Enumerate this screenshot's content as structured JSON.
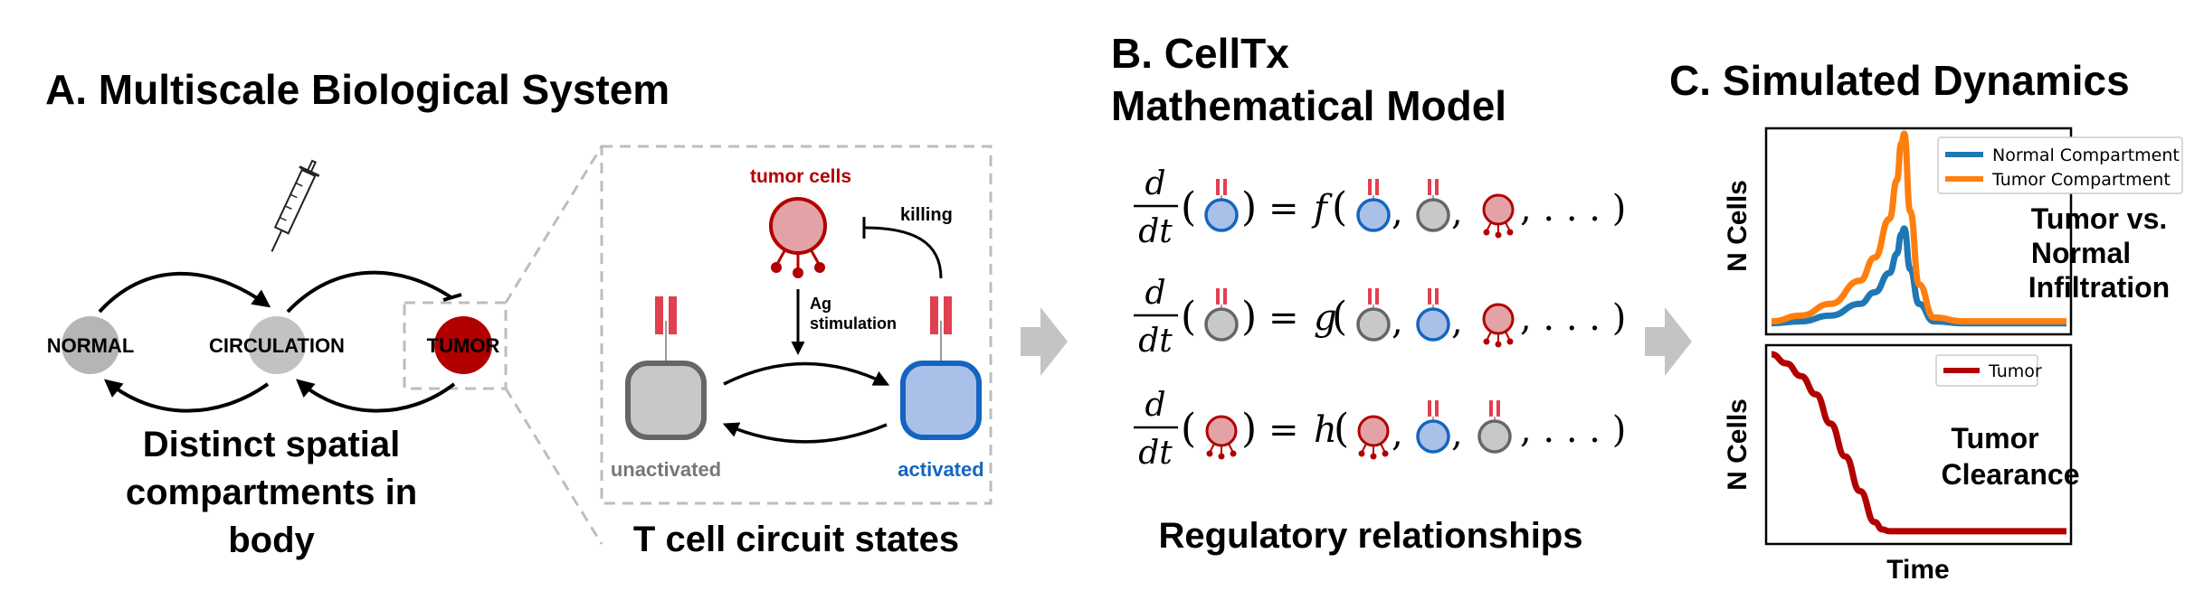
{
  "panel_a": {
    "title": "A. Multiscale Biological System",
    "compartments": {
      "normal": "NORMAL",
      "circulation": "CIRCULATION",
      "tumor": "TUMOR"
    },
    "caption_lines": [
      "Distinct spatial",
      "compartments in",
      "body"
    ],
    "circuit": {
      "tumor_cells": "tumor cells",
      "killing": "killing",
      "stim_line1": "Ag",
      "stim_line2": "stimulation",
      "unactivated": "unactivated",
      "activated": "activated"
    },
    "circuit_caption": "T cell circuit states"
  },
  "panel_b": {
    "title_line1": "B. CellTx",
    "title_line2": "Mathematical Model",
    "equations": [
      {
        "d": "d",
        "dt": "dt",
        "func": "f",
        "open": "(",
        "close": ")",
        "eq": "=",
        "tail": ", . . . )"
      },
      {
        "d": "d",
        "dt": "dt",
        "func": "g",
        "open": "(",
        "close": ")",
        "eq": "=",
        "tail": ", . . . )"
      },
      {
        "d": "d",
        "dt": "dt",
        "func": "h",
        "open": "(",
        "close": ")",
        "eq": "=",
        "tail": ", . . . )"
      }
    ],
    "caption": "Regulatory relationships"
  },
  "panel_c": {
    "title": "C. Simulated Dynamics",
    "top_plot": {
      "ylabel": "N Cells",
      "legend": [
        "Normal Compartment",
        "Tumor Compartment"
      ],
      "annotation_lines": [
        "Tumor vs.",
        "Normal",
        "Infiltration"
      ]
    },
    "bottom_plot": {
      "ylabel": "N Cells",
      "legend": [
        "Tumor"
      ],
      "annotation_lines": [
        "Tumor",
        "Clearance"
      ],
      "xlabel": "Time"
    }
  },
  "colors": {
    "blue": "#1f77b4",
    "orange": "#ff7f0e",
    "red": "#b20000",
    "tumor_fill": "#e3a3a6",
    "tcell_blue_fill": "#a9c1e8",
    "tcell_blue_stroke": "#1565c0",
    "grey_fill": "#c8c8c8",
    "grey_stroke": "#666666",
    "receptor": "#e04050",
    "dashed": "#bdbdbd",
    "arrow_grey": "#c4c4c4"
  },
  "chart_data": [
    {
      "type": "line",
      "series": [
        {
          "name": "Normal Compartment",
          "color": "#1f77b4",
          "x": [
            0,
            0.2,
            0.4,
            0.6,
            0.7,
            0.8,
            0.85,
            0.88,
            0.9,
            0.94,
            1.0,
            1.1,
            1.3,
            1.6,
            2.0
          ],
          "y": [
            0.02,
            0.03,
            0.06,
            0.12,
            0.18,
            0.28,
            0.38,
            0.48,
            0.51,
            0.3,
            0.12,
            0.03,
            0.02,
            0.02,
            0.02
          ]
        },
        {
          "name": "Tumor Compartment",
          "color": "#ff7f0e",
          "x": [
            0,
            0.2,
            0.4,
            0.6,
            0.7,
            0.8,
            0.85,
            0.88,
            0.9,
            0.94,
            1.0,
            1.1,
            1.3,
            1.6,
            2.0
          ],
          "y": [
            0.03,
            0.06,
            0.12,
            0.24,
            0.36,
            0.56,
            0.76,
            0.95,
            1.0,
            0.6,
            0.22,
            0.05,
            0.03,
            0.03,
            0.03
          ]
        }
      ],
      "xlabel": "",
      "ylabel": "N Cells",
      "legend": "top-right",
      "grid": false
    },
    {
      "type": "line",
      "series": [
        {
          "name": "Tumor",
          "color": "#b20000",
          "x": [
            0,
            0.1,
            0.2,
            0.3,
            0.4,
            0.5,
            0.6,
            0.7,
            0.75,
            0.8,
            0.9,
            1.2,
            1.6,
            2.0
          ],
          "y": [
            1.0,
            0.95,
            0.88,
            0.78,
            0.62,
            0.44,
            0.25,
            0.08,
            0.04,
            0.03,
            0.03,
            0.03,
            0.03,
            0.03
          ]
        }
      ],
      "xlabel": "Time",
      "ylabel": "N Cells",
      "legend": "top-center",
      "grid": false
    }
  ]
}
